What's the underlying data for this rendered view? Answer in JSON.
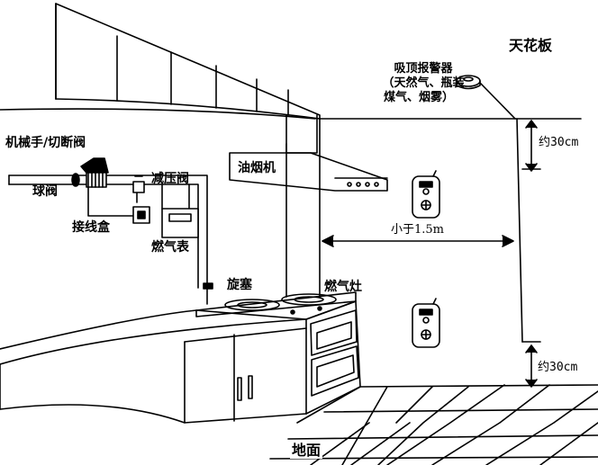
{
  "top_caption": "",
  "labels": {
    "ceiling": "天花板",
    "ceiling_alarm_title": "吸顶报警器",
    "ceiling_alarm_line2": "（天然气、瓶装",
    "ceiling_alarm_line3": "煤气、烟雾）",
    "robot_valve": "机械手/切断阀",
    "ball_valve": "球阀",
    "pressure_valve": "减压阀",
    "junction_box": "接线盒",
    "gas_meter": "燃气表",
    "range_hood": "油烟机",
    "plug_valve": "旋塞",
    "gas_stove": "燃气灶",
    "floor": "地面",
    "distance_less": "小于1.5m",
    "dist_top": "约30cm",
    "dist_bottom": "约30cm"
  },
  "colors": {
    "line": "#000000",
    "background": "#ffffff"
  }
}
